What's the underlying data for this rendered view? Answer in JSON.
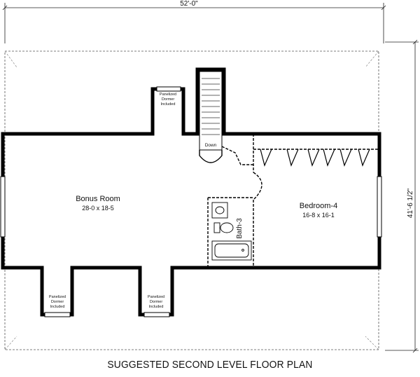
{
  "dimensions": {
    "width": "52'-0\"",
    "depth": "41'-6 1/2\""
  },
  "rooms": {
    "bonus": {
      "name": "Bonus Room",
      "size": "28-0 x 18-5"
    },
    "bedroom": {
      "name": "Bedroom-4",
      "size": "16-8 x 16-1"
    },
    "bath": {
      "name": "Bath-3"
    }
  },
  "stair": {
    "label": "Down"
  },
  "dormers": [
    {
      "line1": "Panelized",
      "line2": "Dormer",
      "line3": "Included"
    },
    {
      "line1": "Panelized",
      "line2": "Dormer",
      "line3": "Included"
    },
    {
      "line1": "Panelized",
      "line2": "Dormer",
      "line3": "Included"
    }
  ],
  "caption": "SUGGESTED SECOND LEVEL FLOOR PLAN"
}
